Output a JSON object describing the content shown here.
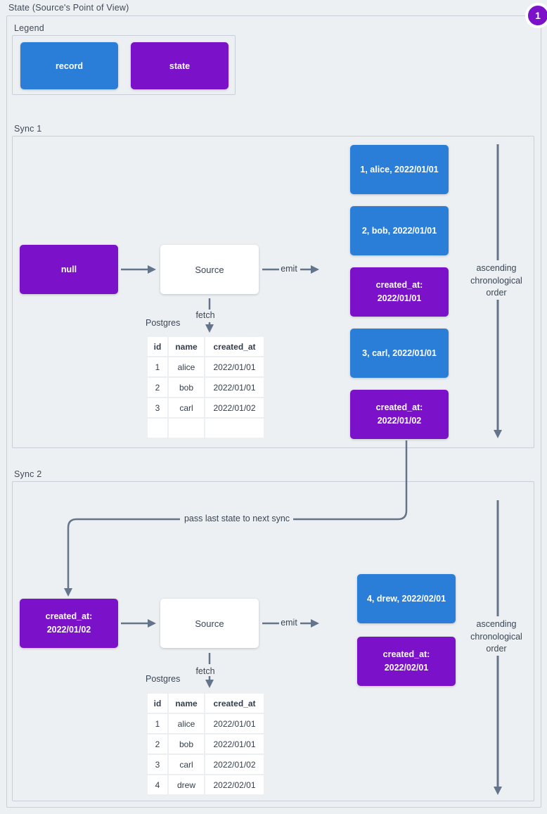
{
  "colors": {
    "record": "#2b7ed8",
    "state": "#7b12ca",
    "line": "#64748b",
    "border": "#c9cfd9",
    "bg": "#edf0f3",
    "text": "#3b4654"
  },
  "page": {
    "title": "State (Source's Point of View)",
    "badge": "1"
  },
  "legend": {
    "label": "Legend",
    "items": [
      {
        "type": "record",
        "label": "record"
      },
      {
        "type": "state",
        "label": "state"
      }
    ]
  },
  "pass_note": "pass last state to next sync",
  "sync1": {
    "label": "Sync 1",
    "input_state": {
      "type": "state",
      "text": "null"
    },
    "source": "Source",
    "emit": "emit",
    "fetch": "fetch",
    "db": "Postgres",
    "table": {
      "headers": [
        "id",
        "name",
        "created_at"
      ],
      "rows": [
        [
          "1",
          "alice",
          "2022/01/01"
        ],
        [
          "2",
          "bob",
          "2022/01/01"
        ],
        [
          "3",
          "carl",
          "2022/01/02"
        ],
        [
          "",
          "",
          ""
        ]
      ]
    },
    "stream": [
      {
        "type": "record",
        "text": "1, alice, 2022/01/01"
      },
      {
        "type": "record",
        "text": "2, bob, 2022/01/01"
      },
      {
        "type": "state",
        "text": "created_at:\n2022/01/01"
      },
      {
        "type": "record",
        "text": "3, carl, 2022/01/01"
      },
      {
        "type": "state",
        "text": "created_at:\n2022/01/02"
      }
    ],
    "order_note": "ascending\nchronological\norder"
  },
  "sync2": {
    "label": "Sync 2",
    "input_state": {
      "type": "state",
      "text": "created_at:\n2022/01/02"
    },
    "source": "Source",
    "emit": "emit",
    "fetch": "fetch",
    "db": "Postgres",
    "table": {
      "headers": [
        "id",
        "name",
        "created_at"
      ],
      "rows": [
        [
          "1",
          "alice",
          "2022/01/01"
        ],
        [
          "2",
          "bob",
          "2022/01/01"
        ],
        [
          "3",
          "carl",
          "2022/01/02"
        ],
        [
          "4",
          "drew",
          "2022/02/01"
        ]
      ]
    },
    "stream": [
      {
        "type": "record",
        "text": "4, drew, 2022/02/01"
      },
      {
        "type": "state",
        "text": "created_at:\n2022/02/01"
      }
    ],
    "order_note": "ascending\nchronological\norder"
  }
}
